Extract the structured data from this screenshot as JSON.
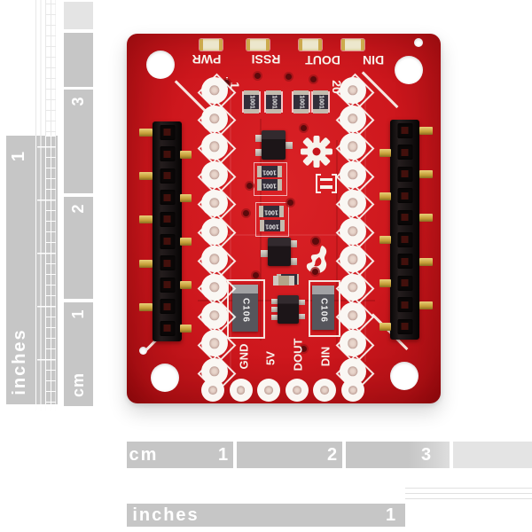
{
  "background_color": "#ffffff",
  "ruler_color": "#c6c6c6",
  "board": {
    "pin1_label": "1",
    "pin20_label": "20",
    "top_labels": [
      "PWR",
      "RSSI",
      "DOUT",
      "DIN"
    ],
    "bottom_labels": [
      "GND",
      "5V",
      "DOUT",
      "DIN"
    ],
    "capacitor_labels": [
      "C106",
      "C106"
    ],
    "resistor_marking": "1001",
    "colors": {
      "pcb_red": "#ce171d",
      "silkscreen_white": "#f7f3ec",
      "gold": "#c59f38",
      "header_black": "#151011"
    }
  },
  "ruler_left": {
    "cm_scale": {
      "unit_label": "cm",
      "numbers": [
        "1",
        "2",
        "3"
      ]
    },
    "inch_scale": {
      "unit_label": "inches",
      "numbers": [
        "1"
      ]
    }
  },
  "ruler_bottom": {
    "cm_scale": {
      "unit_label": "cm",
      "numbers": [
        "1",
        "2",
        "3"
      ]
    },
    "inch_scale": {
      "unit_label": "inches",
      "numbers": [
        "1"
      ]
    }
  }
}
